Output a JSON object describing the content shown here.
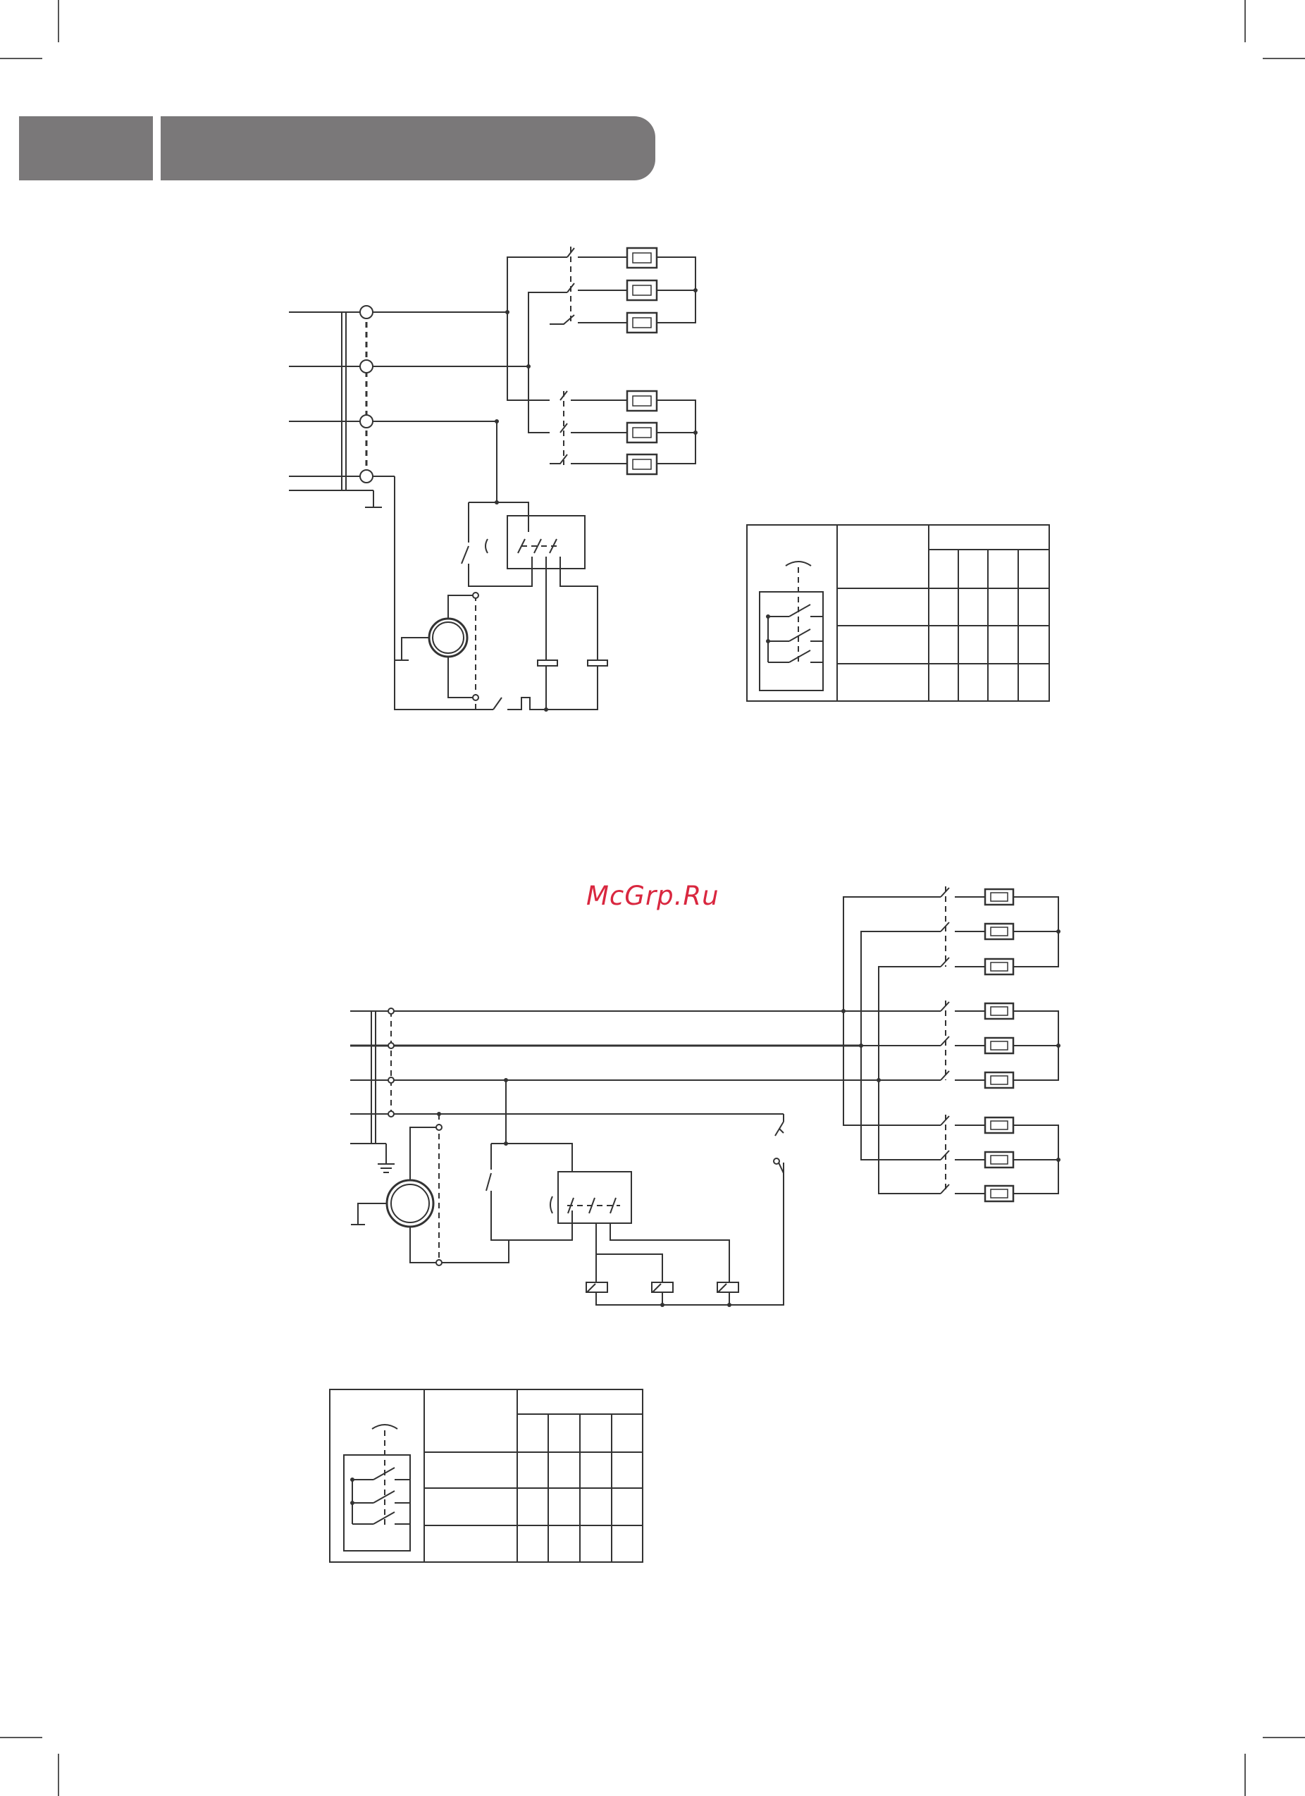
{
  "header": {
    "left_block": "",
    "right_block": ""
  },
  "watermark": {
    "text": "McGrp.Ru",
    "color": "#d9273f"
  },
  "colors": {
    "header": "#7a7879",
    "line": "#333333",
    "background": "#ffffff"
  },
  "diagrams": [
    {
      "id": "wiring-diagram-1",
      "heating_elements": 6,
      "switch_table_rows": 3,
      "switch_table_cols": 4
    },
    {
      "id": "wiring-diagram-2",
      "heating_elements": 9,
      "switch_table_rows": 3,
      "switch_table_cols": 4
    }
  ]
}
